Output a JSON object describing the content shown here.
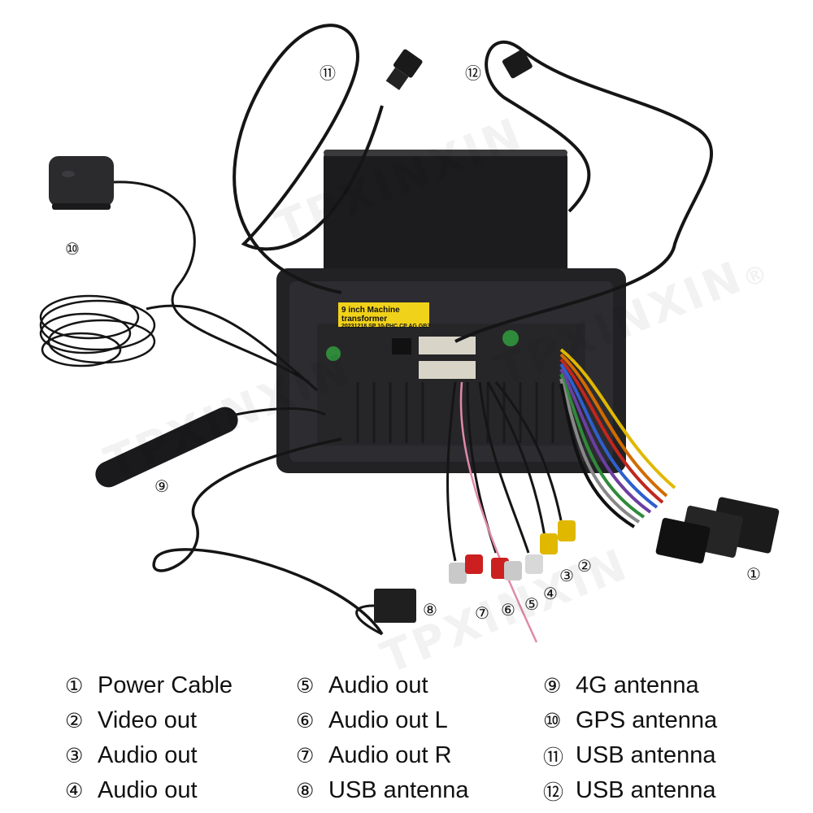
{
  "image": {
    "watermark": "TPXINXIN",
    "watermark_mark": "®",
    "sticker_lines": [
      "9 inch Machine transformer",
      "20231218 SP 10-PHC CP AG GB3"
    ]
  },
  "callouts": [
    {
      "id": "1",
      "glyph": "①"
    },
    {
      "id": "2",
      "glyph": "②"
    },
    {
      "id": "3",
      "glyph": "③"
    },
    {
      "id": "4",
      "glyph": "④"
    },
    {
      "id": "5",
      "glyph": "⑤"
    },
    {
      "id": "6",
      "glyph": "⑥"
    },
    {
      "id": "7",
      "glyph": "⑦"
    },
    {
      "id": "8",
      "glyph": "⑧"
    },
    {
      "id": "9",
      "glyph": "⑨"
    },
    {
      "id": "10",
      "glyph": "⑩"
    },
    {
      "id": "11",
      "glyph": "⑪"
    },
    {
      "id": "12",
      "glyph": "⑫"
    }
  ],
  "legend": {
    "col1": [
      {
        "num": "①",
        "label": "Power Cable"
      },
      {
        "num": "②",
        "label": "Video out"
      },
      {
        "num": "③",
        "label": "Audio out"
      },
      {
        "num": "④",
        "label": "Audio out"
      }
    ],
    "col2": [
      {
        "num": "⑤",
        "label": "Audio out"
      },
      {
        "num": "⑥",
        "label": "Audio out L"
      },
      {
        "num": "⑦",
        "label": "Audio out R"
      },
      {
        "num": "⑧",
        "label": "USB antenna"
      }
    ],
    "col3": [
      {
        "num": "⑨",
        "label": "4G antenna"
      },
      {
        "num": "⑩",
        "label": "GPS antenna"
      },
      {
        "num": "⑪",
        "label": "USB antenna"
      },
      {
        "num": "⑫",
        "label": "USB antenna"
      }
    ]
  }
}
